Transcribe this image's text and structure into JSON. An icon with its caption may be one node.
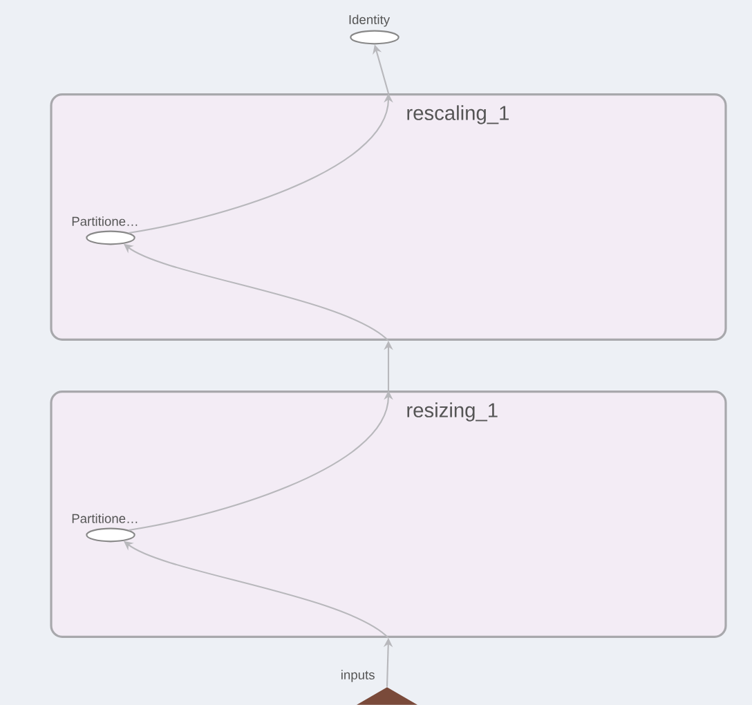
{
  "diagram": {
    "nodes": [
      {
        "text": [
          "Identity"
        ]
      },
      {
        "text": [
          "rescaling_1"
        ]
      },
      {
        "text": [
          "Partitione…"
        ],
        "in": 1
      },
      {
        "text": [
          "resizing_1"
        ]
      },
      {
        "text": [
          "Partitione…"
        ],
        "in": 3
      },
      {
        "text": [
          "inputs"
        ]
      }
    ],
    "edges": [
      {
        "from": 5,
        "to": 3,
        "arrow": "to"
      },
      {
        "from": 3,
        "to": 4,
        "arrow": "to"
      },
      {
        "from": 4,
        "to": 3,
        "arrow": "to"
      },
      {
        "from": 3,
        "to": 1,
        "arrow": "to"
      },
      {
        "from": 1,
        "to": 2,
        "arrow": "to"
      },
      {
        "from": 2,
        "to": 1,
        "arrow": "to"
      },
      {
        "from": 1,
        "to": 0,
        "arrow": "to"
      }
    ]
  }
}
